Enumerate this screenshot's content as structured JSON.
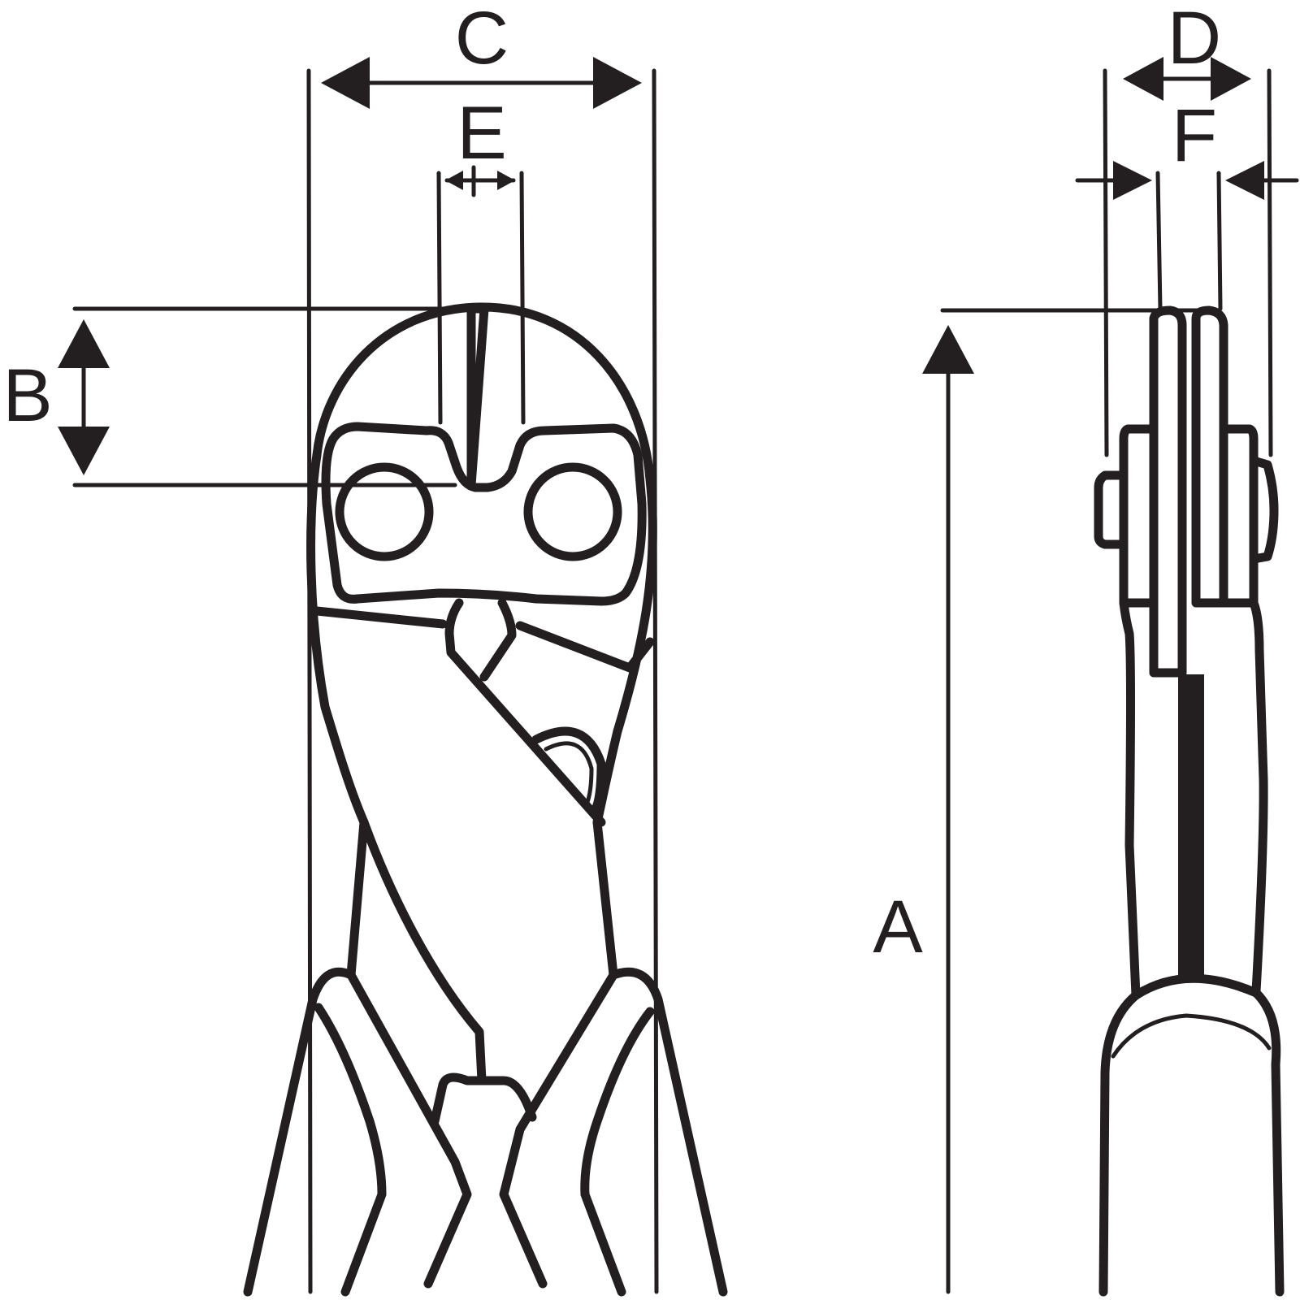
{
  "labels": {
    "a": "A",
    "b": "B",
    "c": "C",
    "d": "D",
    "e": "E",
    "f": "F"
  },
  "colors": {
    "ink": "#231f20",
    "background": "#ffffff"
  }
}
